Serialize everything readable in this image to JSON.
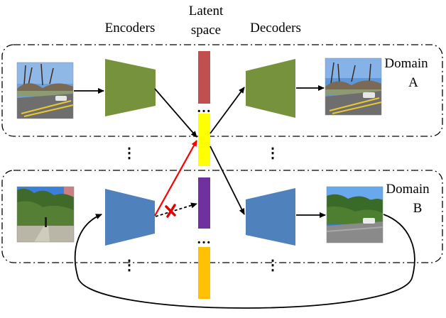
{
  "headers": {
    "encoders": "Encoders",
    "latent_line1": "Latent",
    "latent_line2": "space",
    "decoders": "Decoders"
  },
  "domains": [
    {
      "line1": "Domain",
      "line2": "A"
    },
    {
      "line1": "Domain",
      "line2": "B"
    }
  ],
  "ellipsis": "⋮",
  "ellipsis_h": "…",
  "colors": {
    "encoder_a": "#76923c",
    "decoder_a": "#76923c",
    "encoder_b": "#4f81bd",
    "decoder_b": "#4f81bd",
    "latent_red": "#c0504d",
    "latent_yellow": "#ffff00",
    "latent_purple": "#7030a0",
    "latent_orange": "#ffc000",
    "arrow_red": "#ff0000",
    "cross_red": "#e00000"
  }
}
